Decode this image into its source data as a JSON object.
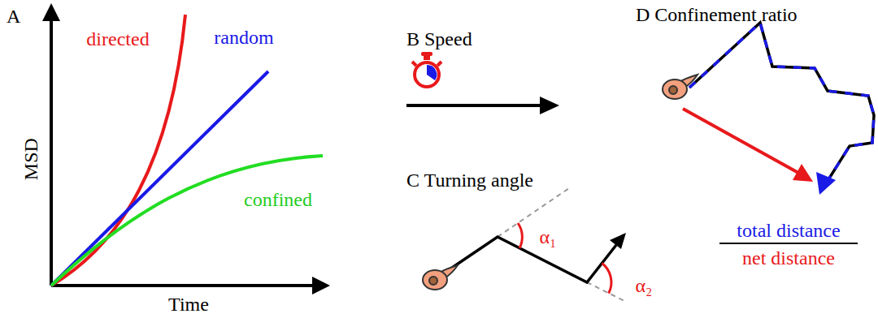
{
  "diagram": {
    "labels": [
      "A",
      "directed",
      "random",
      "confined",
      "MSD",
      "Time",
      "B Speed",
      "C Turning angle",
      "α₁",
      "α₂",
      "D Confinement ratio",
      "total distance",
      "net distance"
    ]
  }
}
